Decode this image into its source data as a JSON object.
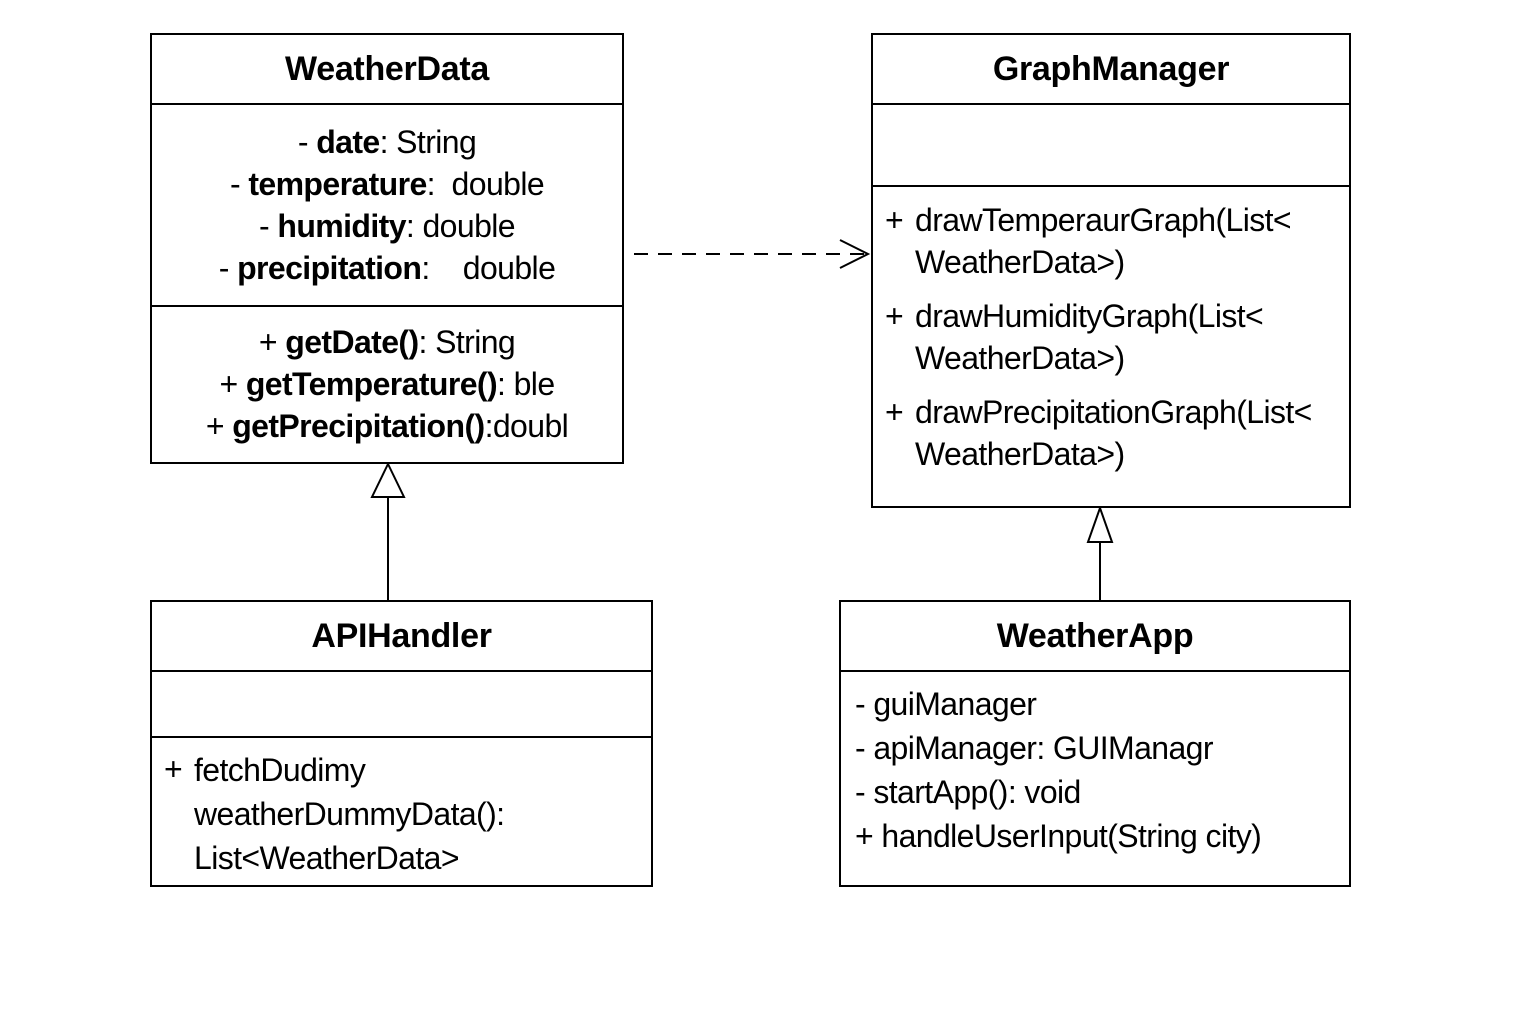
{
  "classes": {
    "weather_data": {
      "name": "WeatherData",
      "attributes": [
        {
          "prefix": "- ",
          "name": "date",
          "type": ": String"
        },
        {
          "prefix": "- ",
          "name": "temperature",
          "type": ":  double"
        },
        {
          "prefix": "- ",
          "name": "humidity",
          "type": ": double"
        },
        {
          "prefix": "- ",
          "name": "precipitation",
          "type": ":    double"
        }
      ],
      "methods": [
        {
          "prefix": "+ ",
          "name": "getDate()",
          "type": ": String"
        },
        {
          "prefix": "+ ",
          "name": "getTemperature()",
          "type": ": ble"
        },
        {
          "prefix": "+ ",
          "name": "getPrecipitation()",
          "type": ":doubl"
        }
      ]
    },
    "graph_manager": {
      "name": "GraphManager",
      "methods": [
        {
          "prefix": "+",
          "line1": "drawTemperaurGraph(List<",
          "line2": "WeatherData>)"
        },
        {
          "prefix": "+",
          "line1": "drawHumidityGraph(List<",
          "line2": "WeatherData>)"
        },
        {
          "prefix": "+",
          "line1": "drawPrecipitationGraph(List<",
          "line2": "WeatherData>)"
        }
      ]
    },
    "api_handler": {
      "name": "APIHandler",
      "methods": [
        {
          "prefix": "+",
          "line1": "fetchDudimy",
          "line2": "weatherDummyData():",
          "line3": "List<WeatherData>"
        }
      ]
    },
    "weather_app": {
      "name": "WeatherApp",
      "members": [
        "- guiManager",
        "- apiManager: GUIManagr",
        "- startApp(): void",
        "+ handleUserInput(String city)"
      ]
    }
  },
  "relationships": [
    {
      "type": "dependency",
      "from": "WeatherData",
      "to": "GraphManager",
      "style": "dashed"
    },
    {
      "type": "generalization",
      "from": "APIHandler",
      "to": "WeatherData"
    },
    {
      "type": "generalization",
      "from": "WeatherApp",
      "to": "GraphManager"
    }
  ]
}
